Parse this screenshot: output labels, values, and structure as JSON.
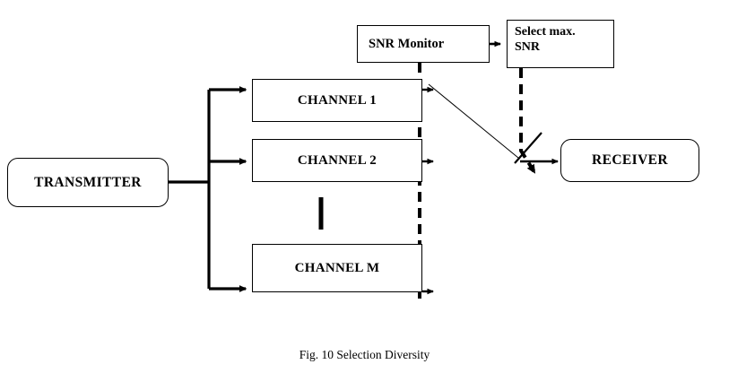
{
  "diagram": {
    "title": "Selection Diversity block diagram",
    "caption": "Fig. 10  Selection Diversity",
    "nodes": {
      "transmitter": "TRANSMITTER",
      "receiver": "RECEIVER",
      "channel_1": "CHANNEL 1",
      "channel_2": "CHANNEL 2",
      "channel_m": "CHANNEL M",
      "snr_monitor": "SNR Monitor",
      "select_max_snr": "Select max.\nSNR"
    },
    "select_max_snr_line1": "Select max.",
    "select_max_snr_line2": "SNR",
    "colors": {
      "stroke": "#000000",
      "background": "#ffffff",
      "text": "#000000"
    },
    "edges": [
      {
        "from": "transmitter",
        "to": "channel_1",
        "style": "solid-arrow"
      },
      {
        "from": "transmitter",
        "to": "channel_2",
        "style": "solid-arrow"
      },
      {
        "from": "transmitter",
        "to": "channel_m",
        "style": "solid-arrow"
      },
      {
        "from": "channel_1",
        "to": "bus",
        "style": "solid-arrow"
      },
      {
        "from": "channel_2",
        "to": "bus",
        "style": "solid-arrow"
      },
      {
        "from": "channel_m",
        "to": "bus",
        "style": "solid-arrow"
      },
      {
        "from": "snr_monitor",
        "to": "select_max_snr",
        "style": "solid-arrow"
      },
      {
        "from": "select_max_snr",
        "to": "switch",
        "style": "dashed-arrow"
      },
      {
        "from": "channel_1_tap",
        "to": "switch",
        "style": "thin-line"
      },
      {
        "from": "switch",
        "to": "receiver",
        "style": "solid-arrow"
      },
      {
        "from": "snr_bus",
        "to": "channels",
        "style": "dashed-vertical"
      }
    ],
    "vertical_dots_label": "channel continuation dots"
  }
}
